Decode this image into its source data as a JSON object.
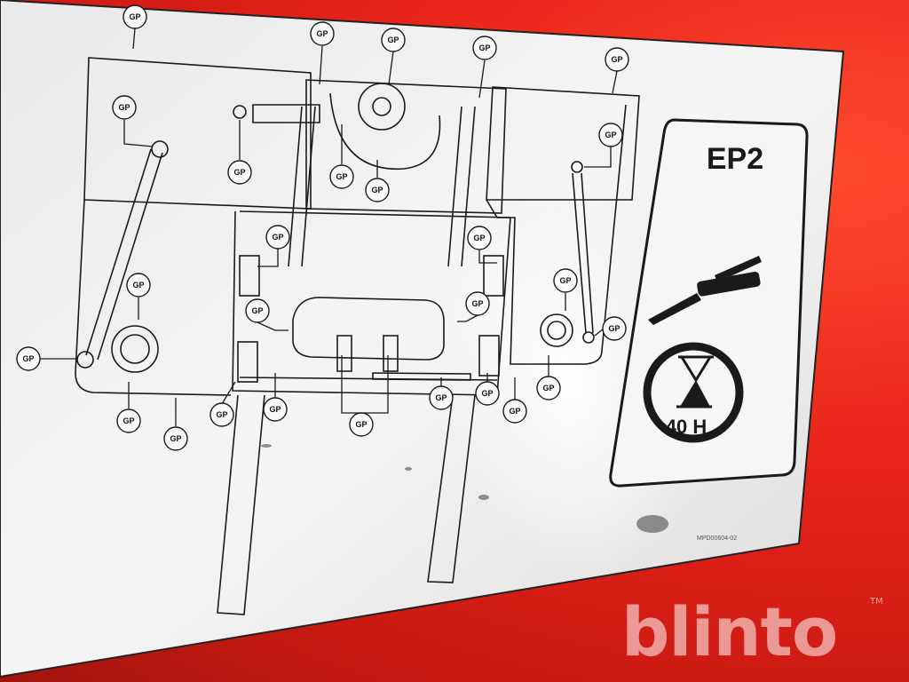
{
  "callout_label": "GP",
  "lube_panel": {
    "grease_type": "EP2",
    "interval": "40 H",
    "grease-gun-icon": "grease-gun-icon",
    "hourglass-icon": "hourglass-icon"
  },
  "part_code": "MPD00604-02",
  "watermark": {
    "brand": "blinto",
    "trademark": "TM"
  },
  "colors": {
    "machine_red": "#e8241a",
    "sticker_white": "#f4f4f4",
    "ink": "#1a1a1a"
  }
}
